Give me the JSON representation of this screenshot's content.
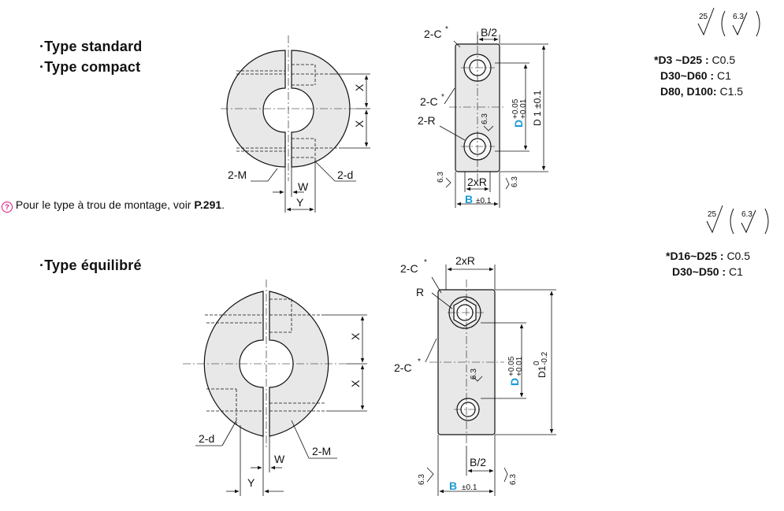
{
  "titles": {
    "standard": "·Type standard",
    "compact": "·Type compact",
    "balanced": "·Type équilibré"
  },
  "note": {
    "prefix": "Pour le type à trou de montage, voir ",
    "ref": "P.291",
    "suffix": "."
  },
  "roughness": {
    "main": "25",
    "paren": "6.3",
    "surface": "6.3"
  },
  "chamfer_top": [
    {
      "range": "*D3 ~D25 :",
      "value": "C0.5"
    },
    {
      "range": "D30~D60 :",
      "value": "C1"
    },
    {
      "range": "D80, D100:",
      "value": "C1.5"
    }
  ],
  "chamfer_bottom": [
    {
      "range": "*D16~D25 :",
      "value": "C0.5"
    },
    {
      "range": "D30~D50 :",
      "value": "C1"
    }
  ],
  "labels": {
    "x": "X",
    "w": "W",
    "y": "Y",
    "m2": "2-M",
    "d2": "2-d",
    "c2": "2-C",
    "star": "*",
    "r2": "2-R",
    "r": "R",
    "b_half": "B/2",
    "two_xr": "2xR",
    "b": "B",
    "b_tol": "±0.1",
    "d": "D",
    "d_tol_up": "+0.05",
    "d_tol_low": "+0.01",
    "d1": "D 1 ±0.1",
    "d1_b": "D1",
    "d1_b_upper": "0",
    "d1_b_lower": "-0.2"
  },
  "colors": {
    "accent": "#1a9ad6",
    "note_icon": "#e0197d",
    "fill": "#e8e8e8"
  }
}
